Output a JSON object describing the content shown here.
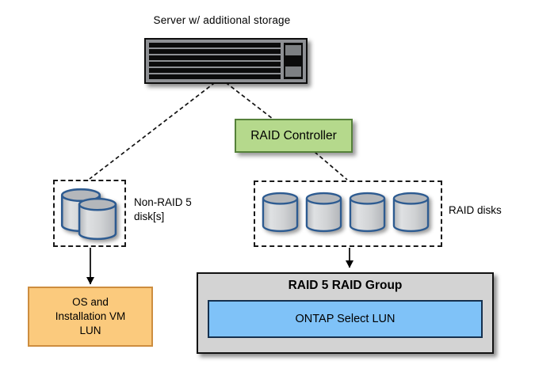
{
  "diagram": {
    "server": {
      "label": "Server w/ additional storage"
    },
    "raid_controller": {
      "label": "RAID Controller",
      "fill": "#b5d98c",
      "border": "#55813a"
    },
    "non_raid_group": {
      "label_lines": [
        "Non-RAID 5",
        "disk[s]"
      ],
      "disk_count": 2
    },
    "raid_disks_group": {
      "label": "RAID disks",
      "disk_count": 4
    },
    "os_lun_box": {
      "lines": [
        "OS and",
        "Installation VM",
        "LUN"
      ],
      "fill": "#fbca7d",
      "border": "#cd8d3f"
    },
    "raid5_group_box": {
      "title": "RAID 5 RAID Group",
      "fill": "#d3d3d3",
      "border": "#111111"
    },
    "ontap_lun_box": {
      "label": "ONTAP Select LUN",
      "fill": "#7fc2f8",
      "border": "#15304e"
    },
    "disk_style": {
      "fill": "#d2d4d6",
      "top": "#b4b7bb",
      "border": "#2d5b91"
    }
  }
}
